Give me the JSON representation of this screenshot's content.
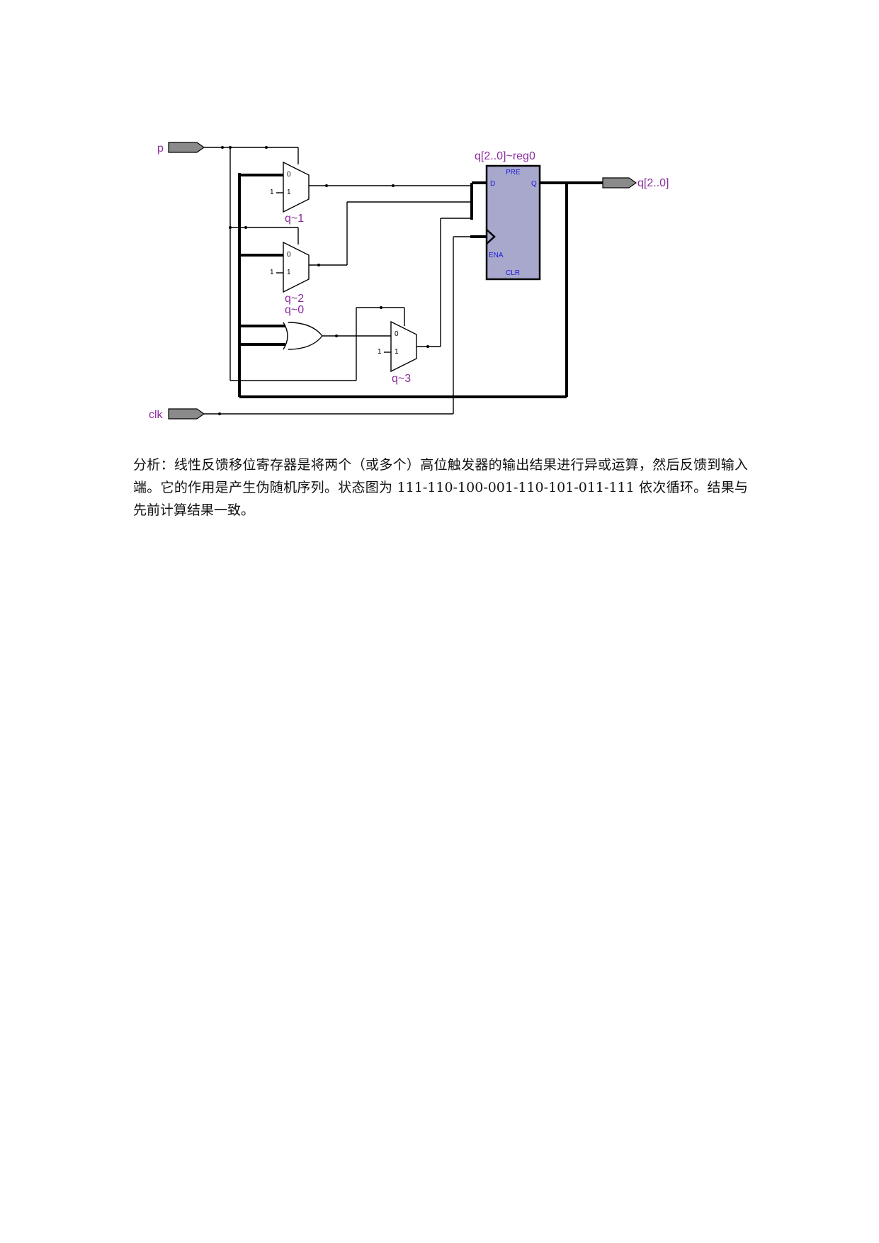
{
  "diagram": {
    "ports": {
      "input_p": "p",
      "input_clk": "clk",
      "output_q": "q[2..0]"
    },
    "register": {
      "name": "q[2..0]~reg0",
      "pin_pre": "PRE",
      "pin_d": "D",
      "pin_q": "Q",
      "pin_ena": "ENA",
      "pin_clr": "CLR"
    },
    "muxes": [
      {
        "name": "q~1",
        "in0": "0",
        "in1": "1",
        "const": "1"
      },
      {
        "name": "q~2",
        "in0": "0",
        "in1": "1",
        "const": "1"
      },
      {
        "name": "q~3",
        "in0": "0",
        "in1": "1",
        "const": "1"
      }
    ],
    "xor_gate": {
      "name": "q~0"
    },
    "colors": {
      "label": "#8b2a9e",
      "pin": "#1a1adb",
      "register_fill": "#a8a8cc",
      "port_fill": "#8a8a8a"
    }
  },
  "text": {
    "analysis": "分析：线性反馈移位寄存器是将两个（或多个）高位触发器的输出结果进行异或运算，然后反馈到输入端。它的作用是产生伪随机序列。状态图为 111-110-100-001-110-101-011-111 依次循环。结果与先前计算结果一致。"
  }
}
